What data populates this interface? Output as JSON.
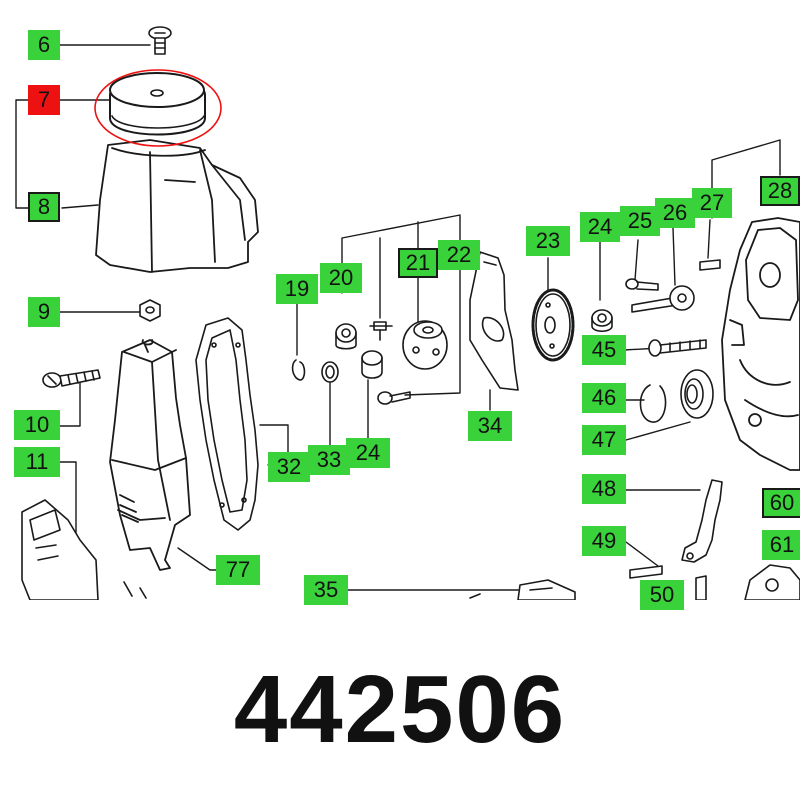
{
  "article_number": "442506",
  "highlight_color": "#ee1111",
  "label_color": "#3ad23a",
  "parts": [
    {
      "id": "p6",
      "label": "6"
    },
    {
      "id": "p7",
      "label": "7",
      "selected": true
    },
    {
      "id": "p8",
      "label": "8"
    },
    {
      "id": "p9",
      "label": "9"
    },
    {
      "id": "p10",
      "label": "10"
    },
    {
      "id": "p11",
      "label": "11"
    },
    {
      "id": "p19",
      "label": "19"
    },
    {
      "id": "p20",
      "label": "20"
    },
    {
      "id": "p21",
      "label": "21"
    },
    {
      "id": "p22",
      "label": "22"
    },
    {
      "id": "p23",
      "label": "23"
    },
    {
      "id": "p24a",
      "label": "24"
    },
    {
      "id": "p25",
      "label": "25"
    },
    {
      "id": "p26",
      "label": "26"
    },
    {
      "id": "p27",
      "label": "27"
    },
    {
      "id": "p28",
      "label": "28"
    },
    {
      "id": "p32",
      "label": "32"
    },
    {
      "id": "p33",
      "label": "33"
    },
    {
      "id": "p24b",
      "label": "24"
    },
    {
      "id": "p34",
      "label": "34"
    },
    {
      "id": "p45",
      "label": "45"
    },
    {
      "id": "p46",
      "label": "46"
    },
    {
      "id": "p47",
      "label": "47"
    },
    {
      "id": "p48",
      "label": "48"
    },
    {
      "id": "p49",
      "label": "49"
    },
    {
      "id": "p50",
      "label": "50"
    },
    {
      "id": "p60",
      "label": "60"
    },
    {
      "id": "p61",
      "label": "61"
    },
    {
      "id": "p77",
      "label": "77"
    },
    {
      "id": "p35",
      "label": "35"
    }
  ]
}
